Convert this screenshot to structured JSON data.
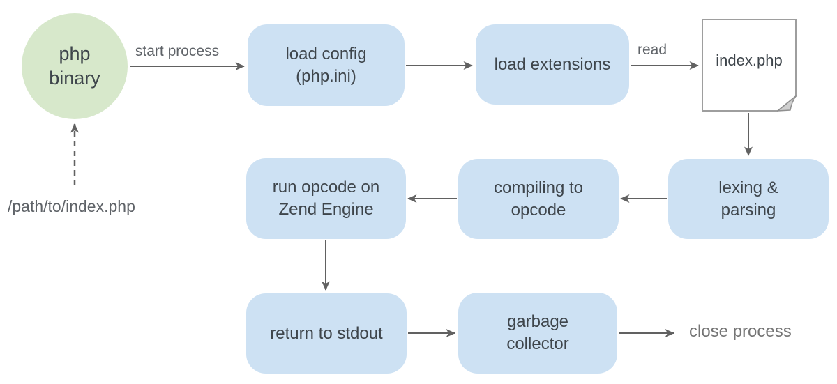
{
  "nodes": {
    "php_binary": {
      "label": "php\nbinary",
      "shape": "circle",
      "color": "#d7e8cb"
    },
    "load_config": {
      "label": "load config\n(php.ini)",
      "shape": "rounded-rect",
      "color": "#cde1f3"
    },
    "load_extensions": {
      "label": "load extensions",
      "shape": "rounded-rect",
      "color": "#cde1f3"
    },
    "index_php": {
      "label": "index.php",
      "shape": "document",
      "color": "#ffffff"
    },
    "lexing_parsing": {
      "label": "lexing &\nparsing",
      "shape": "rounded-rect",
      "color": "#cde1f3"
    },
    "compiling": {
      "label": "compiling to\nopcode",
      "shape": "rounded-rect",
      "color": "#cde1f3"
    },
    "run_opcode": {
      "label": "run opcode on\nZend Engine",
      "shape": "rounded-rect",
      "color": "#cde1f3"
    },
    "return_stdout": {
      "label": "return to stdout",
      "shape": "rounded-rect",
      "color": "#cde1f3"
    },
    "garbage_collector": {
      "label": "garbage\ncollector",
      "shape": "rounded-rect",
      "color": "#cde1f3"
    }
  },
  "edge_labels": {
    "start_process": "start process",
    "read": "read",
    "close_process": "close process"
  },
  "annotations": {
    "input_path": "/path/to/index.php"
  },
  "edges": [
    {
      "from": "php_binary",
      "to": "load_config",
      "label": "start process",
      "style": "solid"
    },
    {
      "from": "load_config",
      "to": "load_extensions",
      "style": "solid"
    },
    {
      "from": "load_extensions",
      "to": "index_php",
      "label": "read",
      "style": "solid"
    },
    {
      "from": "index_php",
      "to": "lexing_parsing",
      "style": "solid"
    },
    {
      "from": "lexing_parsing",
      "to": "compiling",
      "style": "solid"
    },
    {
      "from": "compiling",
      "to": "run_opcode",
      "style": "solid"
    },
    {
      "from": "run_opcode",
      "to": "return_stdout",
      "style": "solid"
    },
    {
      "from": "return_stdout",
      "to": "garbage_collector",
      "style": "solid"
    },
    {
      "from": "garbage_collector",
      "to": "close_process",
      "label": "close process",
      "style": "solid"
    },
    {
      "from": "input_path",
      "to": "php_binary",
      "style": "dashed"
    }
  ],
  "colors": {
    "node_blue": "#cde1f3",
    "node_green": "#d7e8cb",
    "arrow": "#616161",
    "node_text": "#3e454b",
    "label_text": "#5f6368",
    "doc_border": "#9e9e9e",
    "doc_fold": "#cfcfcf",
    "background": "#ffffff"
  }
}
